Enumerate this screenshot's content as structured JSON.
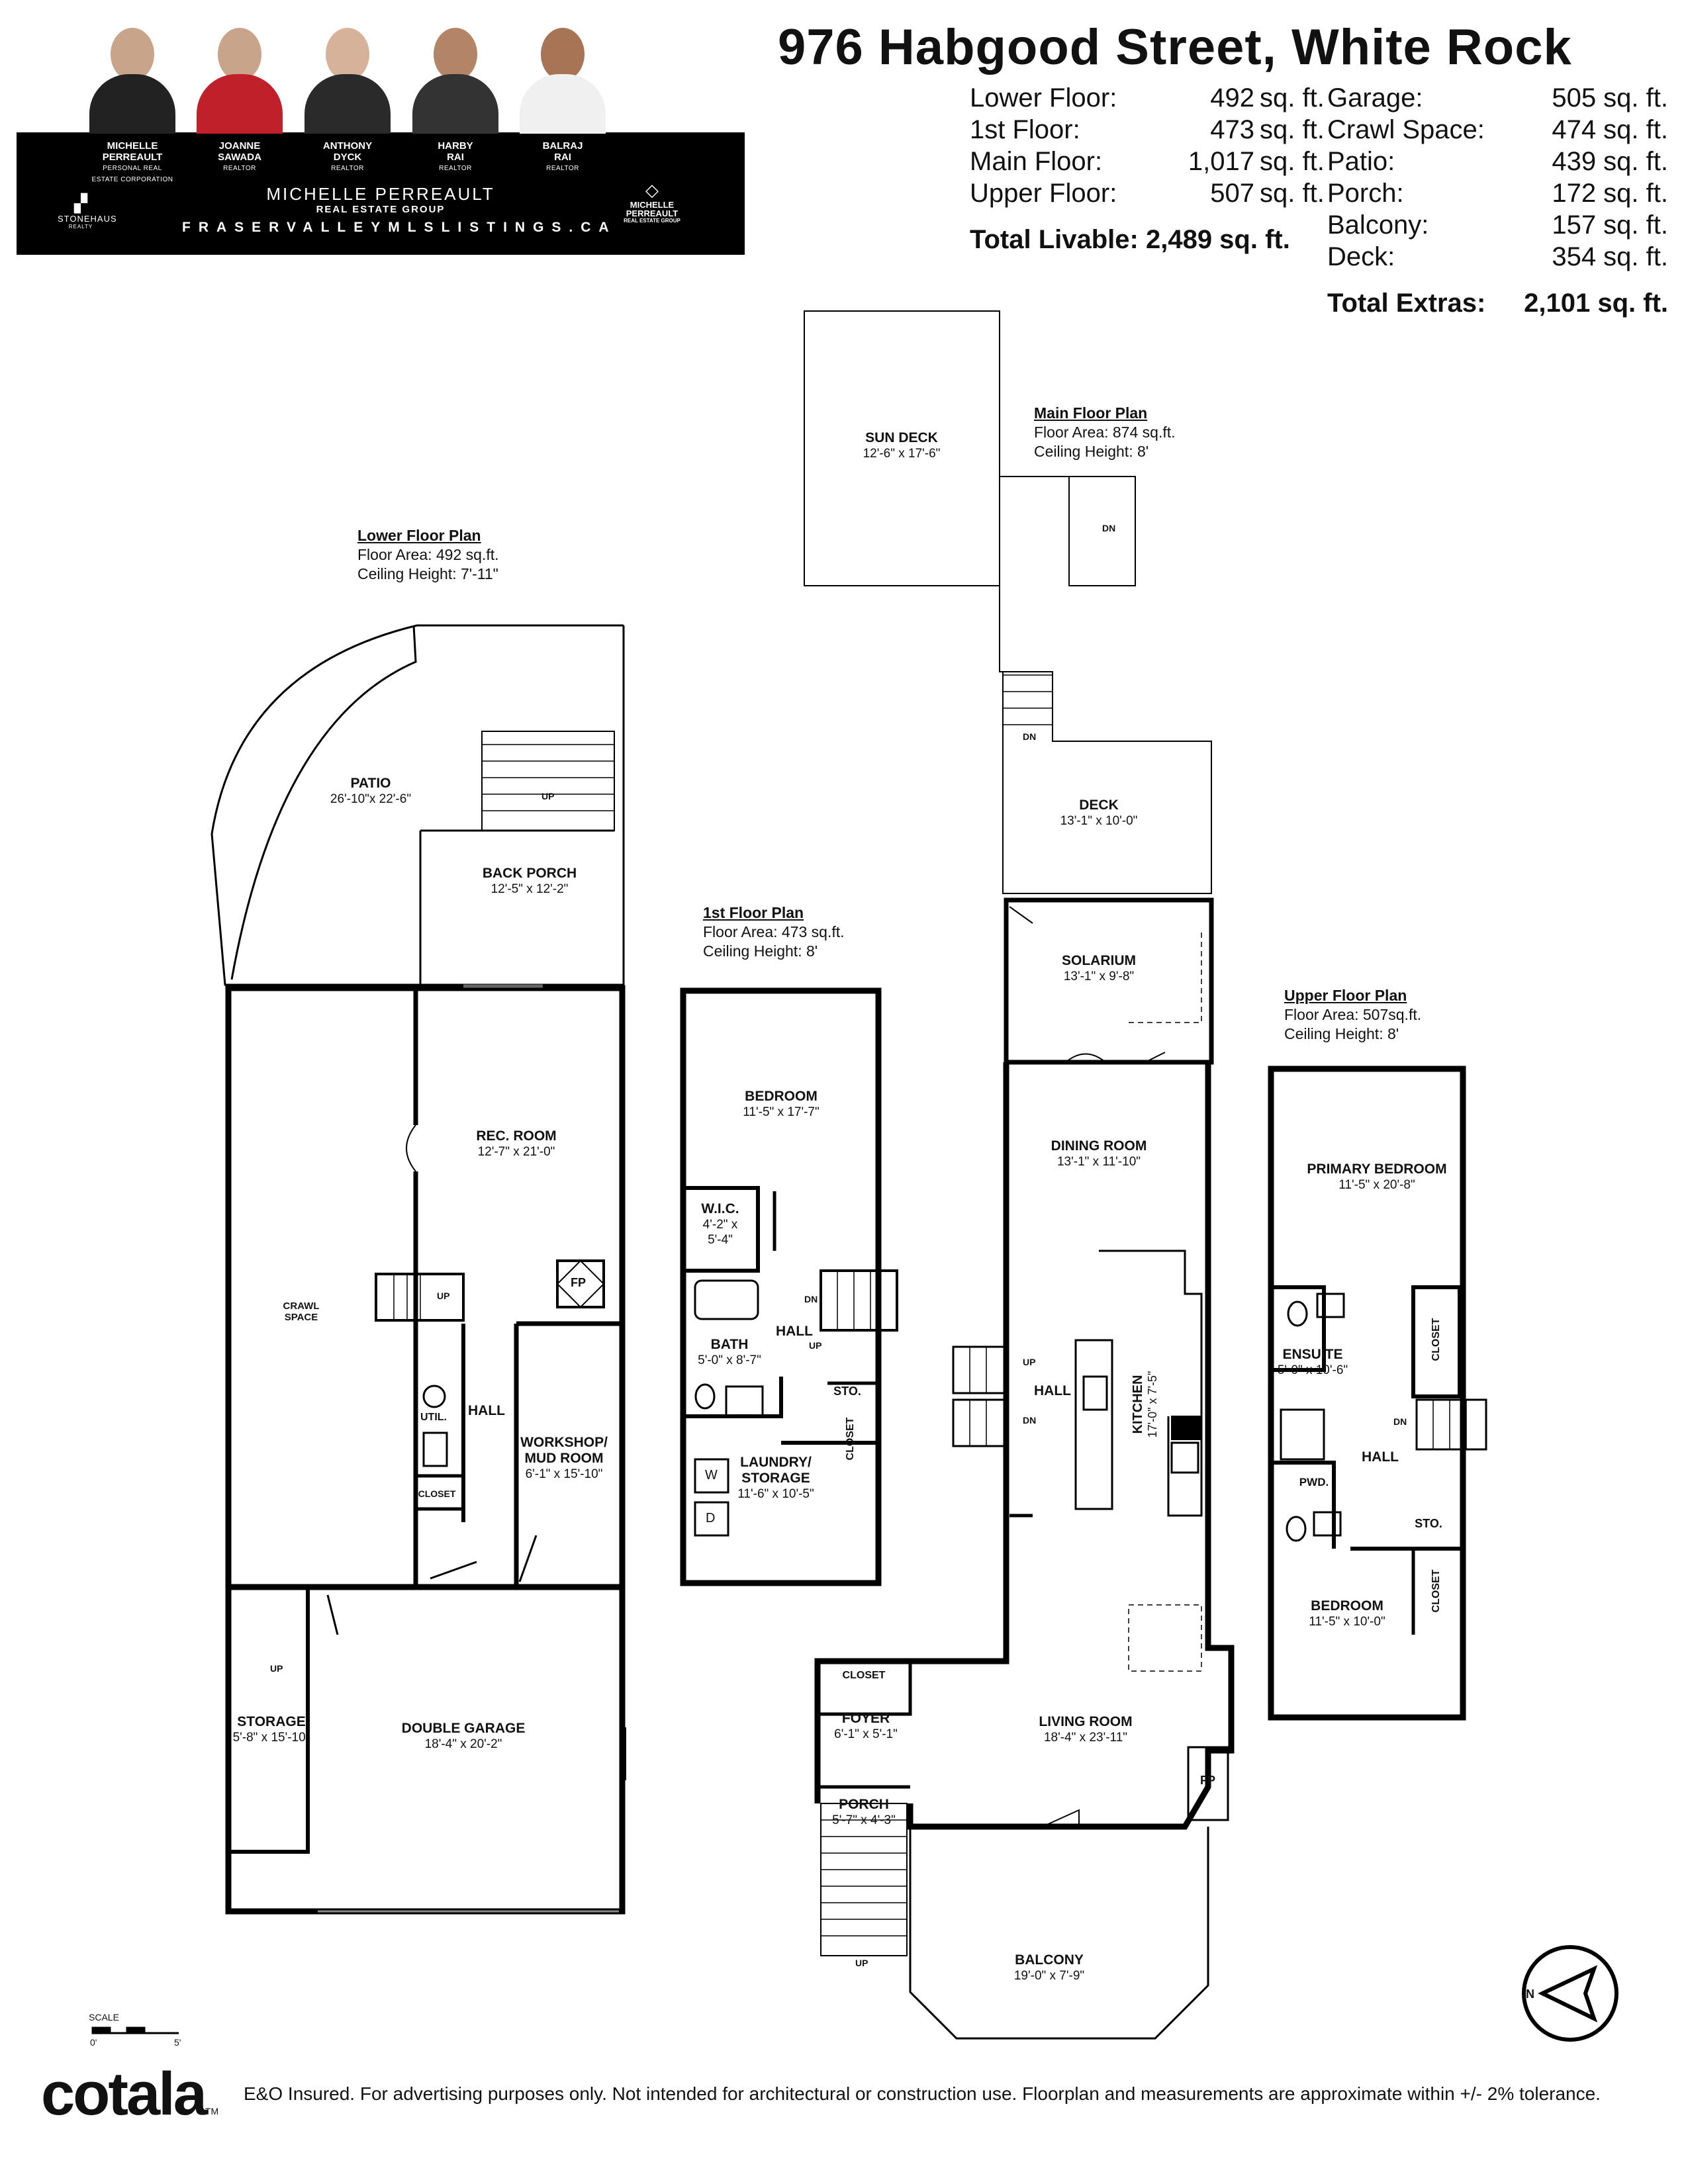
{
  "header": {
    "address": "976 Habgood Street, White Rock",
    "livable": [
      {
        "label": "Lower Floor:",
        "value": "492",
        "unit": "sq. ft."
      },
      {
        "label": "1st Floor:",
        "value": "473",
        "unit": "sq. ft."
      },
      {
        "label": "Main Floor:",
        "value": "1,017",
        "unit": "sq. ft."
      },
      {
        "label": "Upper Floor:",
        "value": "507",
        "unit": "sq. ft."
      }
    ],
    "total_livable_label": "Total Livable:",
    "total_livable_value": "2,489 sq. ft.",
    "extras": [
      {
        "label": "Garage:",
        "value": "505 sq. ft."
      },
      {
        "label": "Crawl Space:",
        "value": "474 sq. ft."
      },
      {
        "label": "Patio:",
        "value": "439 sq. ft."
      },
      {
        "label": "Porch:",
        "value": "172 sq. ft."
      },
      {
        "label": "Balcony:",
        "value": "157 sq. ft."
      },
      {
        "label": "Deck:",
        "value": "354 sq. ft."
      }
    ],
    "total_extras_label": "Total Extras:",
    "total_extras_value": "2,101 sq. ft."
  },
  "banner": {
    "agents": [
      {
        "name1": "MICHELLE",
        "name2": "PERREAULT",
        "title": "PERSONAL REAL ESTATE CORPORATION"
      },
      {
        "name1": "JOANNE",
        "name2": "SAWADA",
        "title": "REALTOR"
      },
      {
        "name1": "ANTHONY",
        "name2": "DYCK",
        "title": "REALTOR"
      },
      {
        "name1": "HARBY",
        "name2": "RAI",
        "title": "REALTOR"
      },
      {
        "name1": "BALRAJ",
        "name2": "RAI",
        "title": "REALTOR"
      }
    ],
    "group_name": "MICHELLE PERREAULT",
    "group_sub": "REAL ESTATE GROUP",
    "website": "FRASERVALLEYMLSLISTINGS.CA",
    "brokerage": "STONEHAUS",
    "brokerage_sub": "REALTY",
    "logo_line1": "MICHELLE",
    "logo_line2": "PERREAULT",
    "logo_line3": "REAL ESTATE GROUP"
  },
  "plans": {
    "lower": {
      "title": "Lower Floor Plan",
      "area": "Floor Area: 492 sq.ft.",
      "ceiling": "Ceiling Height: 7'-11\""
    },
    "first": {
      "title": "1st Floor Plan",
      "area": "Floor Area: 473 sq.ft.",
      "ceiling": "Ceiling Height: 8'"
    },
    "main": {
      "title": "Main Floor Plan",
      "area": "Floor Area: 874 sq.ft.",
      "ceiling": "Ceiling Height: 8'"
    },
    "upper": {
      "title": "Upper Floor Plan",
      "area": "Floor Area: 507sq.ft.",
      "ceiling": "Ceiling Height: 8'"
    }
  },
  "rooms": {
    "patio": {
      "name": "PATIO",
      "dim": "26'-10\"x 22'-6\""
    },
    "back_porch": {
      "name": "BACK PORCH",
      "dim": "12'-5\" x 12'-2\""
    },
    "rec_room": {
      "name": "REC. ROOM",
      "dim": "12'-7\" x 21'-0\""
    },
    "crawl": {
      "name1": "CRAWL",
      "name2": "SPACE"
    },
    "hall_lower": {
      "name": "HALL"
    },
    "util": {
      "name": "UTIL."
    },
    "closet_lower": {
      "name": "CLOSET"
    },
    "workshop": {
      "name1": "WORKSHOP/",
      "name2": "MUD ROOM",
      "dim": "6'-1\" x 15'-10\""
    },
    "storage": {
      "name": "STORAGE",
      "dim": "5'-8\" x 15'-10\""
    },
    "garage": {
      "name": "DOUBLE GARAGE",
      "dim": "18'-4\" x 20'-2\""
    },
    "bedroom1": {
      "name": "BEDROOM",
      "dim": "11'-5\" x 17'-7\""
    },
    "wic": {
      "name": "W.I.C.",
      "dim1": "4'-2\" x",
      "dim2": "5'-4\""
    },
    "bath": {
      "name": "BATH",
      "dim": "5'-0\" x 8'-7\""
    },
    "hall_first": {
      "name": "HALL"
    },
    "sto_first": {
      "name": "STO."
    },
    "closet_first": {
      "name": "CLOSET"
    },
    "laundry": {
      "name1": "LAUNDRY/",
      "name2": "STORAGE",
      "dim": "11'-6\" x 10'-5\""
    },
    "sun_deck": {
      "name": "SUN DECK",
      "dim": "12'-6\" x 17'-6\""
    },
    "deck": {
      "name": "DECK",
      "dim": "13'-1\" x 10'-0\""
    },
    "solarium": {
      "name": "SOLARIUM",
      "dim": "13'-1\" x  9'-8\""
    },
    "dining": {
      "name": "DINING ROOM",
      "dim": "13'-1\" x 11'-10\""
    },
    "hall_main": {
      "name": "HALL"
    },
    "kitchen": {
      "name": "KITCHEN",
      "dim": "17'-0\" x 7'-5\""
    },
    "closet_main": {
      "name": "CLOSET"
    },
    "foyer": {
      "name": "FOYER",
      "dim": "6'-1\"  x  5'-1\""
    },
    "living": {
      "name": "LIVING ROOM",
      "dim": "18'-4\" x 23'-11\""
    },
    "porch": {
      "name": "PORCH",
      "dim": "5'-7\"  x  4'-3\""
    },
    "balcony": {
      "name": "BALCONY",
      "dim": "19'-0\" x  7'-9\""
    },
    "primary": {
      "name": "PRIMARY BEDROOM",
      "dim": "11'-5\" x 20'-8\""
    },
    "ensuite": {
      "name": "ENSUITE",
      "dim": "5'-0\" x 10'-6\""
    },
    "closet_up1": {
      "name": "CLOSET"
    },
    "hall_upper": {
      "name": "HALL"
    },
    "pwd": {
      "name": "PWD."
    },
    "sto_upper": {
      "name": "STO."
    },
    "closet_up2": {
      "name": "CLOSET"
    },
    "bedroom_upper": {
      "name": "BEDROOM",
      "dim": "11'-5\" x 10'-0\""
    }
  },
  "markers": {
    "up": "UP",
    "dn": "DN",
    "fp": "FP",
    "w": "W",
    "d": "D",
    "north": "N"
  },
  "scale": {
    "label": "SCALE",
    "min": "0'",
    "max": "5'"
  },
  "footer": {
    "logo": "cotala",
    "tm": "TM",
    "note": "E&O Insured. For advertising purposes only. Not intended for architectural or construction use. Floorplan and measurements are approximate within +/- 2% tolerance."
  }
}
